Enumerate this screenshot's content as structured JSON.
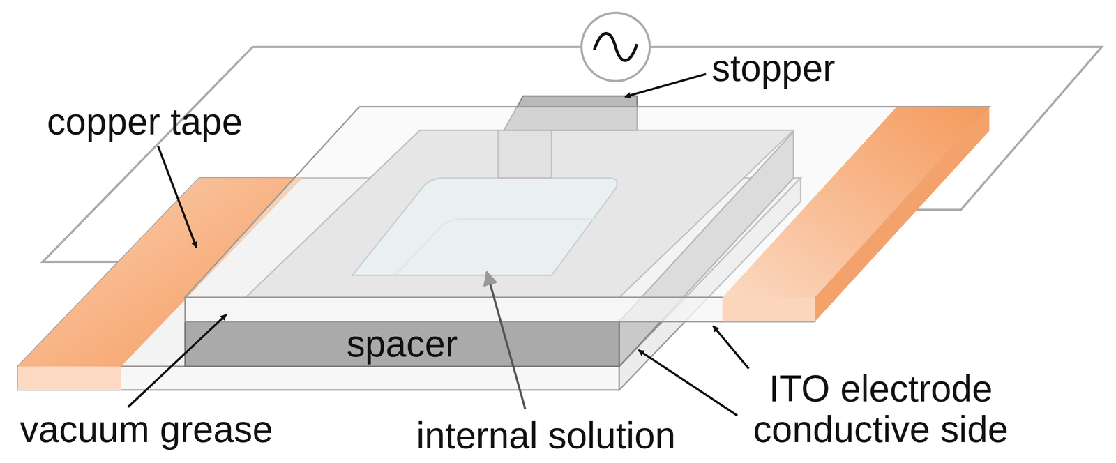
{
  "diagram": {
    "nodes": [
      {
        "text": [
          "spacer"
        ]
      }
    ],
    "labels": [
      "stopper",
      "copper tape",
      "vacuum grease",
      "internal solution",
      "ITO electrode conductive side"
    ]
  }
}
